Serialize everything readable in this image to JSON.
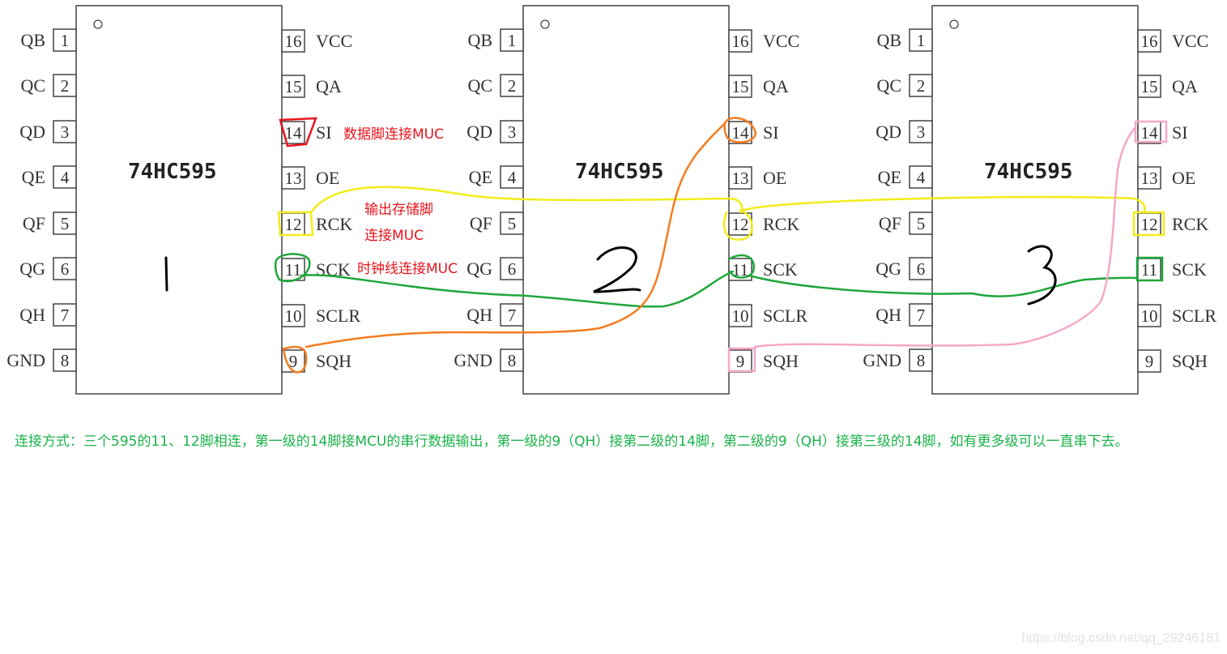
{
  "chip": {
    "name": "74HC595",
    "left_pins": [
      {
        "num": "1",
        "label": "QB"
      },
      {
        "num": "2",
        "label": "QC"
      },
      {
        "num": "3",
        "label": "QD"
      },
      {
        "num": "4",
        "label": "QE"
      },
      {
        "num": "5",
        "label": "QF"
      },
      {
        "num": "6",
        "label": "QG"
      },
      {
        "num": "7",
        "label": "QH"
      },
      {
        "num": "8",
        "label": "GND"
      }
    ],
    "right_pins": [
      {
        "num": "16",
        "label": "VCC"
      },
      {
        "num": "15",
        "label": "QA"
      },
      {
        "num": "14",
        "label": "SI"
      },
      {
        "num": "13",
        "label": "OE"
      },
      {
        "num": "12",
        "label": "RCK"
      },
      {
        "num": "11",
        "label": "SCK"
      },
      {
        "num": "10",
        "label": "SCLR"
      },
      {
        "num": "9",
        "label": "SQH"
      }
    ]
  },
  "chips": [
    {
      "index_label": "1"
    },
    {
      "index_label": "2"
    },
    {
      "index_label": "3"
    }
  ],
  "annotations": {
    "si": "数据脚连接MUC",
    "rck_line1": "输出存储脚",
    "rck_line2": "连接MUC",
    "sck": "时钟线连接MUC"
  },
  "wire_colors": {
    "data_in": "#e8141c",
    "rck": "#f2ec1a",
    "sck": "#1fa63a",
    "chain_1_2": "#f47c20",
    "chain_2_3": "#f5a8c8"
  },
  "caption": "连接方式：三个595的11、12脚相连，第一级的14脚接MCU的串行数据输出，第一级的9（QH）接第二级的14脚，第二级的9（QH）接第三级的14脚，如有更多级可以一直串下去。",
  "watermark": "https://blog.csdn.net/qq_29246181"
}
